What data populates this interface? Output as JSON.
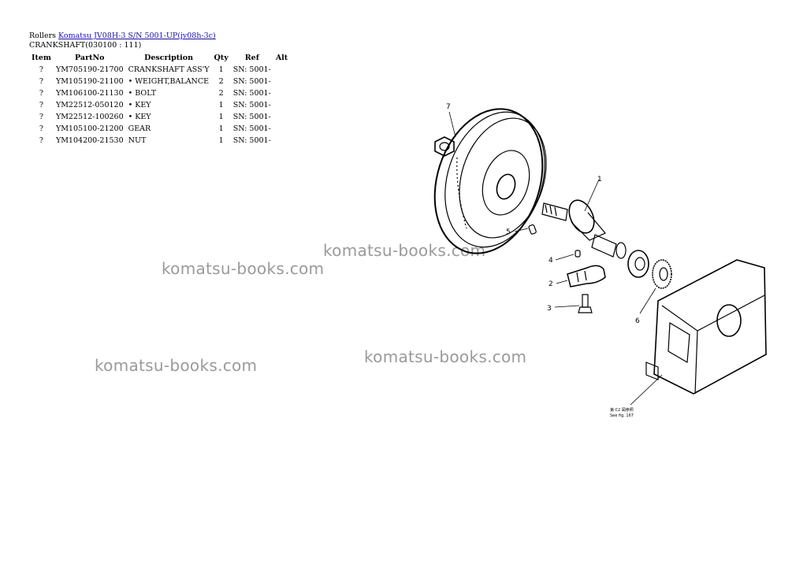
{
  "breadcrumb": {
    "category": "Rollers",
    "link_text": "Komatsu JV08H-3 S/N 5001-UP(jv08h-3c)"
  },
  "section_title": "CRANKSHAFT(030100 : 111)",
  "table": {
    "headers": [
      "Item",
      "PartNo",
      "Description",
      "Qty",
      "Ref",
      "Alt"
    ],
    "rows": [
      {
        "item": "?",
        "partno": "YM705190-21700",
        "desc": "CRANKSHAFT ASS'Y",
        "qty": "1",
        "ref": "SN: 5001-",
        "alt": ""
      },
      {
        "item": "?",
        "partno": "YM105190-21100",
        "desc": "• WEIGHT,BALANCE",
        "qty": "2",
        "ref": "SN: 5001-",
        "alt": ""
      },
      {
        "item": "?",
        "partno": "YM106100-21130",
        "desc": "• BOLT",
        "qty": "2",
        "ref": "SN: 5001-",
        "alt": ""
      },
      {
        "item": "?",
        "partno": "YM22512-050120",
        "desc": "• KEY",
        "qty": "1",
        "ref": "SN: 5001-",
        "alt": ""
      },
      {
        "item": "?",
        "partno": "YM22512-100260",
        "desc": "• KEY",
        "qty": "1",
        "ref": "SN: 5001-",
        "alt": ""
      },
      {
        "item": "?",
        "partno": "YM105100-21200",
        "desc": "GEAR",
        "qty": "1",
        "ref": "SN: 5001-",
        "alt": ""
      },
      {
        "item": "?",
        "partno": "YM104200-21530",
        "desc": "NUT",
        "qty": "1",
        "ref": "SN: 5001-",
        "alt": ""
      }
    ]
  },
  "watermarks": [
    "komatsu-books.com",
    "komatsu-books.com",
    "komatsu-books.com",
    "komatsu-books.com"
  ],
  "diagram": {
    "callouts": [
      "1",
      "2",
      "3",
      "4",
      "5",
      "6",
      "7"
    ],
    "see_fig_line1": "第 C2 図参照",
    "see_fig_line2": "See fig. 167"
  }
}
